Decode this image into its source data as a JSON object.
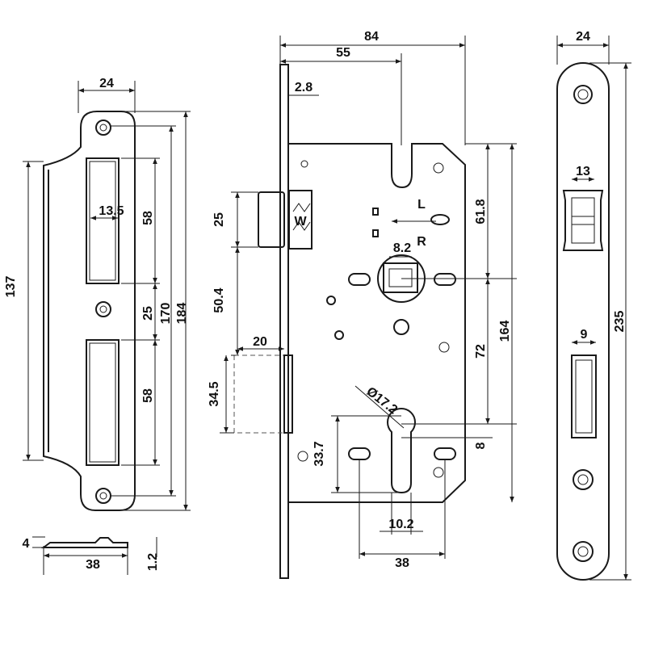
{
  "strike_plate": {
    "width": "24",
    "height_outer": "137",
    "slot_width": "13.5",
    "upper_slot": "58",
    "gap": "25",
    "lower_slot": "58",
    "between_holes": "170",
    "overall": "184",
    "side_thickness": "4",
    "side_width": "38",
    "side_sheet": "1.2"
  },
  "lock_body": {
    "overall_width": "84",
    "backset": "55",
    "faceplate_thk": "2.8",
    "latch_height": "25",
    "latch_to_follower": "50.4",
    "deadbolt_proj": "20",
    "deadbolt_height": "34.5",
    "follower_square": "8.2",
    "follower_to_top": "61.8",
    "follower_to_cyl": "72",
    "body_height": "164",
    "cyl_hole": "Ø17.2",
    "cyl_vertical": "33.7",
    "cyl_offset": "8",
    "cyl_slot": "10.2",
    "fix_holes": "38",
    "handing_left": "L",
    "handing_right": "R"
  },
  "faceplate": {
    "width": "24",
    "latch_window": "13",
    "bolt_window": "9",
    "length": "235"
  }
}
